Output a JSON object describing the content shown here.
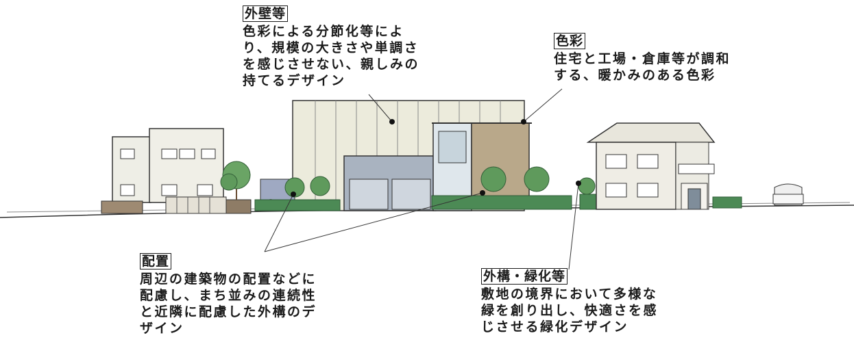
{
  "annotations": {
    "exterior_wall": {
      "title": "外壁等",
      "body": "色彩による分節化等によ\nり、規模の大きさや単調さ\nを感じさせない、親しみの\n持てるデザイン"
    },
    "color": {
      "title": "色彩",
      "body": "住宅と工場・倉庫等が調和\nする、暖かみのある色彩"
    },
    "layout": {
      "title": "配置",
      "body": "周辺の建築物の配置などに\n配慮し、まち並みの連続性\nと近隣に配慮した外構のデ\nザイン"
    },
    "landscaping": {
      "title": "外構・緑化等",
      "body": "敷地の境界において多様な\n緑を創り出し、快適さを感\nじさせる緑化デザイン"
    }
  },
  "colors": {
    "ink": "#1a1a1a",
    "wall_cream": "#ecebdc",
    "wall_brown": "#b9a88a",
    "glass_blue": "#c7d4dc",
    "shutter_blue": "#a9b3c0",
    "hedge_green": "#4c8a55",
    "tree_green": "#5f9a5c",
    "fence_brown": "#8e7c66"
  }
}
